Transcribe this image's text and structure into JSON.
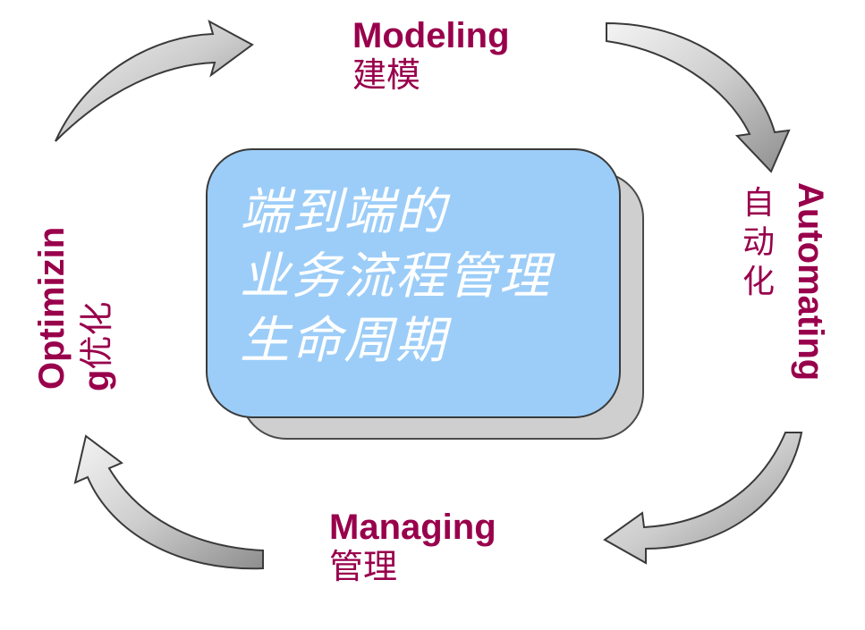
{
  "center": {
    "lines": [
      "端到端的",
      "业务流程管理",
      "生命周期"
    ]
  },
  "stages": {
    "modeling": {
      "en": "Modeling",
      "cn": "建模"
    },
    "automating": {
      "en": "Automating",
      "cn": "自动化"
    },
    "managing": {
      "en": "Managing",
      "cn": "管理"
    },
    "optimizing": {
      "en_part1": "Optimizin",
      "en_part2": "g",
      "cn": "优化"
    }
  },
  "colors": {
    "label": "#99004c",
    "center_fill": "#9ccdf8",
    "center_shadow": "#cfcfcf",
    "arrow_fill": "#c8c8c8",
    "arrow_stroke": "#3a3a3a"
  }
}
